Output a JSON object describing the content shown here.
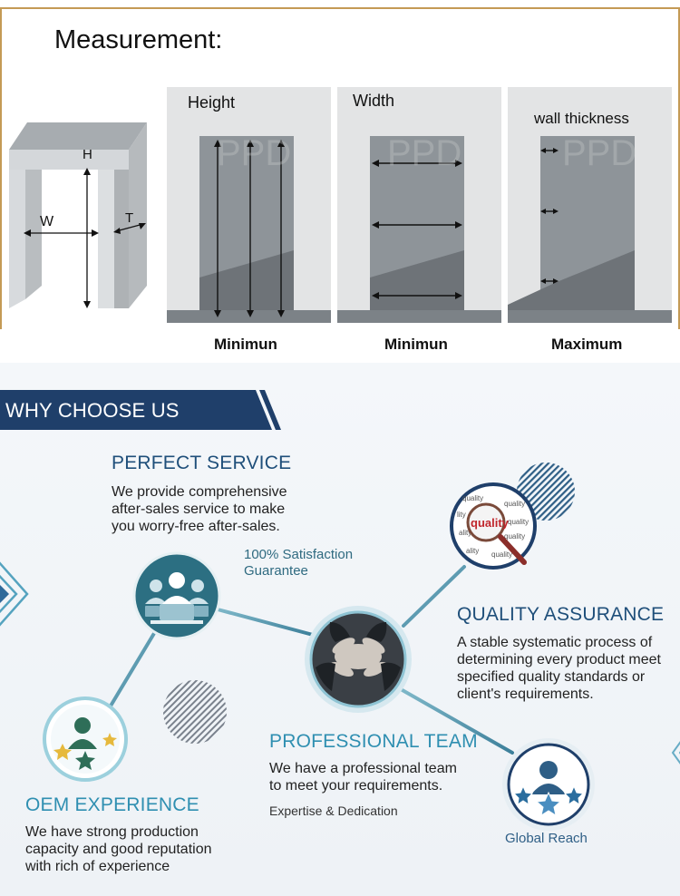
{
  "measurement": {
    "title": "Measurement:",
    "diagram_labels": {
      "height": "H",
      "width": "W",
      "thickness": "T"
    },
    "watermark": "PPD",
    "photos": [
      {
        "caption": "Height",
        "label": "Minimun"
      },
      {
        "caption": "Width",
        "label": "Minimun"
      },
      {
        "caption": "wall thickness",
        "label": "Maximum"
      }
    ]
  },
  "why": {
    "title": "WHY CHOOSE US",
    "perfect_service": {
      "heading": "PERFECT SERVICE",
      "body": "We provide comprehensive\nafter-sales service to make\nyou worry-free after-sales.",
      "badge": "100% Satisfaction\nGuarantee"
    },
    "quality": {
      "heading": "QUALITY ASSURANCE",
      "body": "A stable systematic process of\ndetermining every product meet\nspecified quality standards or\nclient's requirements.",
      "icon_word": "quality"
    },
    "team": {
      "heading": "PROFESSIONAL TEAM",
      "body": "We have a professional team\nto meet your requirements.",
      "tagline": "Expertise & Dedication"
    },
    "oem": {
      "heading": "OEM EXPERIENCE",
      "body": "We have strong production\ncapacity and good reputation\nwith rich of experience"
    },
    "global": {
      "label": "Global Reach"
    }
  },
  "colors": {
    "navy": "#1f4f7a",
    "teal": "#2f8fb1",
    "gold_border": "#c49a55"
  }
}
